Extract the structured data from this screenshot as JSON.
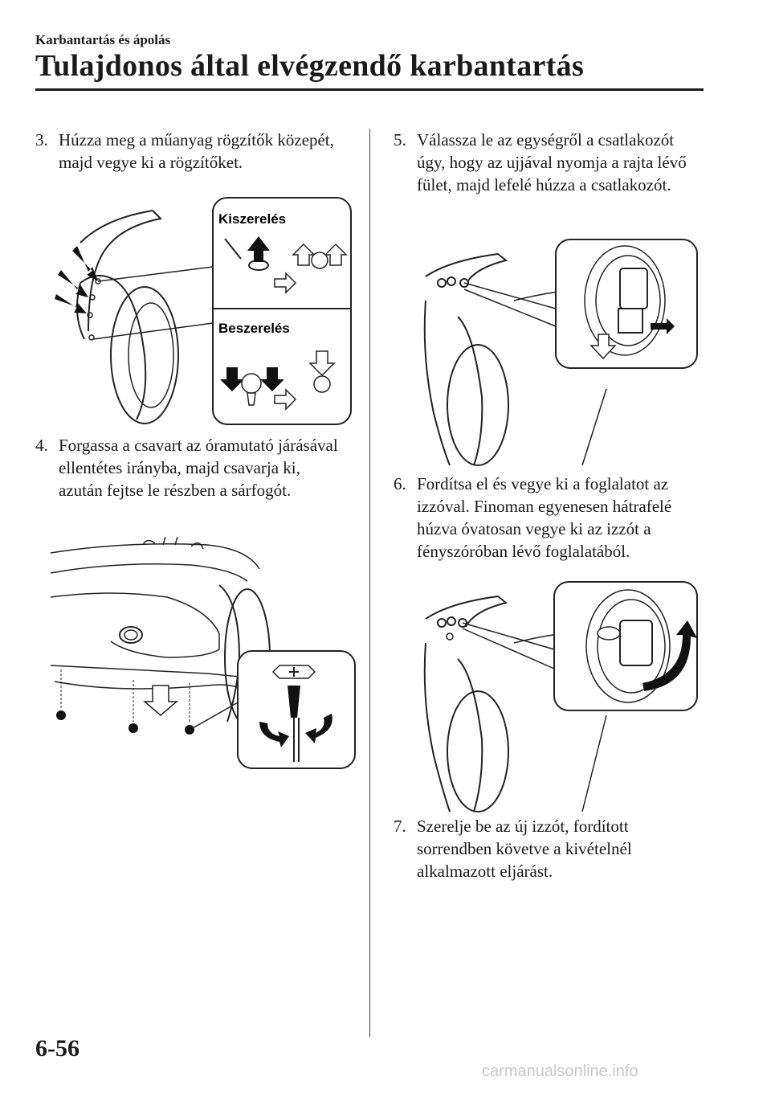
{
  "header": {
    "section_label": "Karbantartás és ápolás",
    "title": "Tulajdonos által elvégzendő karbantartás"
  },
  "steps": [
    {
      "number": "3.",
      "text": "Húzza meg a műanyag rögzítők közepét, majd vegye ki a rögzítőket."
    },
    {
      "number": "4.",
      "text": "Forgassa a csavart az óramutató járásával ellentétes irányba, majd csavarja ki, azután fejtse le részben a sárfogót."
    },
    {
      "number": "5.",
      "text": "Válassza le az egységről a csatlakozót úgy, hogy az ujjával nyomja a rajta lévő fület, majd lefelé húzza a csatlakozót."
    },
    {
      "number": "6.",
      "text": "Fordítsa el és vegye ki a foglalatot az izzóval. Finoman egyenesen hátrafelé húzva óvatosan vegye ki az izzót a fényszóróban lévő foglalatából."
    },
    {
      "number": "7.",
      "text": "Szerelje be az új izzót, fordított sorrendben követve a kivételnél alkalmazott eljárást."
    }
  ],
  "figures": {
    "clip_removal": {
      "label_remove": "Kiszerelés",
      "label_install": "Beszerelés"
    }
  },
  "footer": {
    "page_number": "6-56",
    "watermark": "carmanualsonline.info"
  }
}
